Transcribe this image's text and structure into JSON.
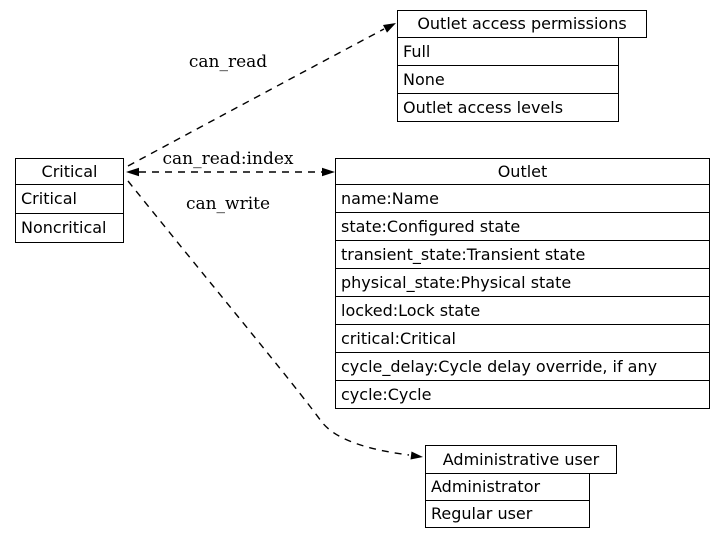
{
  "diagram": {
    "nodes": {
      "critical": {
        "header": "Critical",
        "rows": [
          "Critical",
          "Noncritical"
        ]
      },
      "permissions": {
        "header": "Outlet access permissions",
        "rows": [
          "Full",
          "None",
          "Outlet access levels"
        ]
      },
      "outlet": {
        "header": "Outlet",
        "rows": [
          "name:Name",
          "state:Configured state",
          "transient_state:Transient state",
          "physical_state:Physical state",
          "locked:Lock state",
          "critical:Critical",
          "cycle_delay:Cycle delay override, if any",
          "cycle:Cycle"
        ]
      },
      "admin": {
        "header": "Administrative user",
        "rows": [
          "Administrator",
          "Regular user"
        ]
      }
    },
    "edges": {
      "can_read": {
        "label": "can_read",
        "from": "Critical",
        "to": "Outlet access permissions",
        "style": "dashed"
      },
      "can_read_index": {
        "label": "can_read:index",
        "from": "Critical",
        "to": "Outlet",
        "style": "dashed",
        "bidirectional": true
      },
      "can_write": {
        "label": "can_write",
        "from": "Critical",
        "to": "Administrative user",
        "style": "dashed"
      }
    },
    "colors": {
      "background": "#ffffff",
      "line": "#000000",
      "text": "#000000",
      "node_fill": "#ffffff"
    }
  }
}
